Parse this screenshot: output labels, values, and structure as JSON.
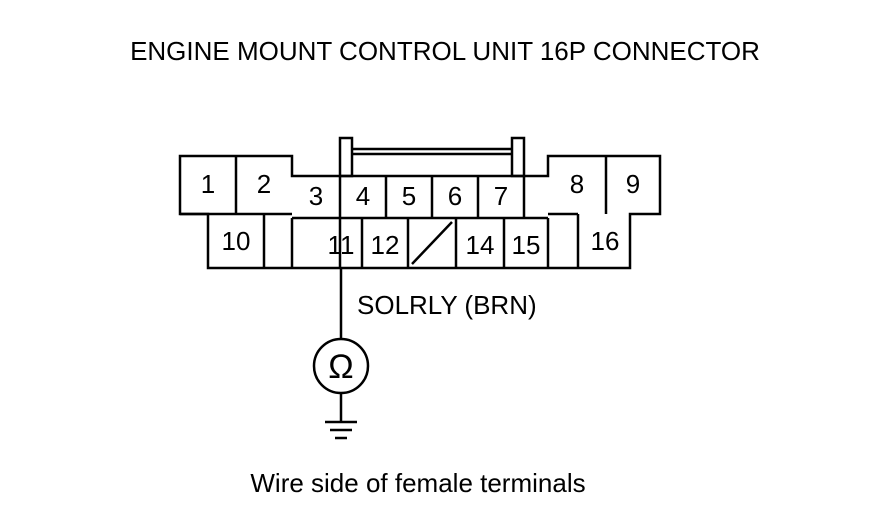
{
  "diagram": {
    "title": "ENGINE MOUNT CONTROL UNIT 16P CONNECTOR",
    "caption": "Wire side of female terminals",
    "wire_label": "SOLRLY (BRN)",
    "meter_symbol": "Ω",
    "terminals": {
      "t1": "1",
      "t2": "2",
      "t3": "3",
      "t4": "4",
      "t5": "5",
      "t6": "6",
      "t7": "7",
      "t8": "8",
      "t9": "9",
      "t10": "10",
      "t11": "11",
      "t12": "12",
      "t14": "14",
      "t15": "15",
      "t16": "16"
    }
  }
}
